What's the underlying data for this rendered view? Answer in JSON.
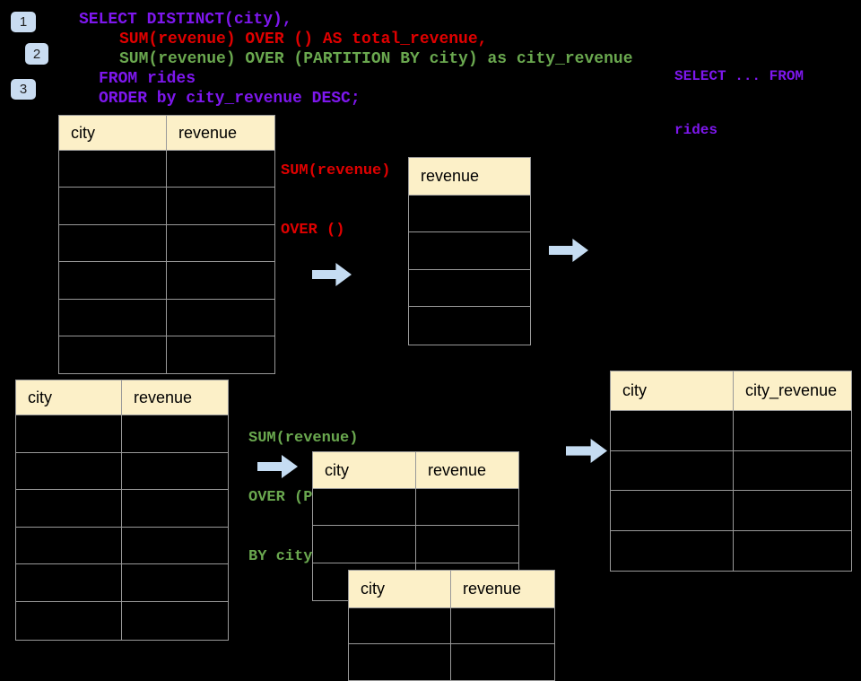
{
  "badges": [
    {
      "label": "1"
    },
    {
      "label": "2"
    },
    {
      "label": "3"
    }
  ],
  "sql": {
    "lines": [
      {
        "text": "SELECT DISTINCT(city),",
        "color": "#7E17EE"
      },
      {
        "text": "SUM(revenue) OVER () AS total_revenue,",
        "color": "#E00000"
      },
      {
        "text": "SUM(revenue) OVER (PARTITION BY city) as city_revenue",
        "color": "#6AA84F"
      },
      {
        "text": "FROM rides",
        "color": "#7E17EE"
      },
      {
        "text": "ORDER by city_revenue DESC;",
        "color": "#7E17EE"
      }
    ]
  },
  "side_note": {
    "line1": "SELECT ... FROM",
    "line2": "rides",
    "color": "#7E17EE"
  },
  "labels": {
    "total_revenue": {
      "line1": "SUM(revenue)",
      "line2": "OVER ()",
      "color": "#E00000"
    },
    "partition": {
      "line1": "SUM(revenue)",
      "line2": "OVER (PARTITION",
      "line3": "BY city)",
      "color": "#6AA84F"
    }
  },
  "tables": {
    "rides_source_top": {
      "columns": [
        "city",
        "revenue"
      ],
      "empty_rows": 6
    },
    "total_revenue_result": {
      "columns": [
        "revenue"
      ],
      "empty_rows": 4
    },
    "rides_source_bottom": {
      "columns": [
        "city",
        "revenue"
      ],
      "empty_rows": 6
    },
    "partition_back": {
      "columns": [
        "city",
        "revenue"
      ],
      "empty_rows": 3
    },
    "partition_front": {
      "columns": [
        "city",
        "revenue"
      ],
      "empty_rows": 2
    },
    "city_revenue_result": {
      "columns": [
        "city",
        "city_revenue"
      ],
      "empty_rows": 4
    }
  },
  "colors": {
    "background": "#000000",
    "table_header_fill": "#FCF0C8",
    "table_border": "#999999",
    "arrow_fill": "#C5DCF2",
    "badge_fill": "#C9DCF1",
    "sql_purple": "#7E17EE",
    "sql_red": "#E00000",
    "sql_green": "#6AA84F"
  }
}
